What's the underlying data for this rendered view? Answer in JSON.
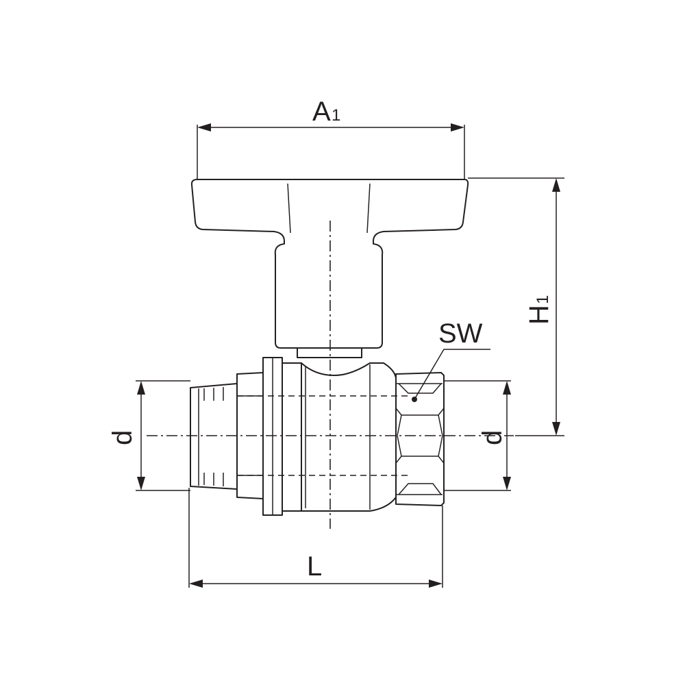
{
  "labels": {
    "a1": "A",
    "a1_sub": "1",
    "h1": "H",
    "h1_sub": "1",
    "sw": "SW",
    "d_left": "d",
    "d_right": "d",
    "l": "L"
  }
}
